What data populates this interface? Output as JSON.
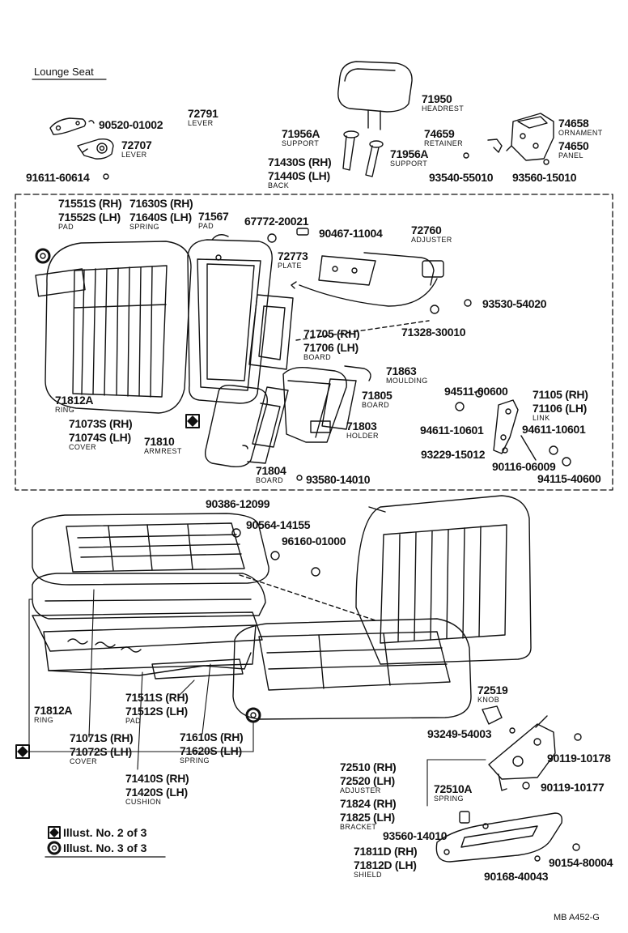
{
  "title": "Lounge Seat",
  "footer": "MB  A452-G",
  "legend": [
    {
      "symbol": "diamond",
      "text": "Illust. No. 2 of 3"
    },
    {
      "symbol": "ring",
      "text": "Illust. No. 3 of 3"
    }
  ],
  "parts": [
    {
      "id": "p72791",
      "number": "72791",
      "name": "LEVER"
    },
    {
      "id": "p90520",
      "number": "90520-01002",
      "name": ""
    },
    {
      "id": "p72707",
      "number": "72707",
      "name": "LEVER"
    },
    {
      "id": "p91611",
      "number": "91611-60614",
      "name": ""
    },
    {
      "id": "p71950",
      "number": "71950",
      "name": "HEADREST"
    },
    {
      "id": "p71956a1",
      "number": "71956A",
      "name": "SUPPORT"
    },
    {
      "id": "p71956a2",
      "number": "71956A",
      "name": "SUPPORT"
    },
    {
      "id": "p71430s",
      "number": "71430S (RH)",
      "name": ""
    },
    {
      "id": "p71440s",
      "number": "71440S (LH)",
      "name": "BACK"
    },
    {
      "id": "p74658",
      "number": "74658",
      "name": "ORNAMENT"
    },
    {
      "id": "p74659",
      "number": "74659",
      "name": "RETAINER"
    },
    {
      "id": "p74650",
      "number": "74650",
      "name": "PANEL"
    },
    {
      "id": "p93540",
      "number": "93540-55010",
      "name": ""
    },
    {
      "id": "p93560a",
      "number": "93560-15010",
      "name": ""
    },
    {
      "id": "p71551s",
      "number": "71551S (RH)",
      "name": ""
    },
    {
      "id": "p71552s",
      "number": "71552S (LH)",
      "name": "PAD"
    },
    {
      "id": "p71630s",
      "number": "71630S (RH)",
      "name": ""
    },
    {
      "id": "p71640s",
      "number": "71640S (LH)",
      "name": "SPRING"
    },
    {
      "id": "p71567",
      "number": "71567",
      "name": "PAD"
    },
    {
      "id": "p67772",
      "number": "67772-20021",
      "name": ""
    },
    {
      "id": "p90467",
      "number": "90467-11004",
      "name": ""
    },
    {
      "id": "p72760",
      "number": "72760",
      "name": "ADJUSTER"
    },
    {
      "id": "p72773",
      "number": "72773",
      "name": "PLATE"
    },
    {
      "id": "p93530",
      "number": "93530-54020",
      "name": ""
    },
    {
      "id": "p71705",
      "number": "71705 (RH)",
      "name": ""
    },
    {
      "id": "p71706",
      "number": "71706 (LH)",
      "name": "BOARD"
    },
    {
      "id": "p71328",
      "number": "71328-30010",
      "name": ""
    },
    {
      "id": "p71863",
      "number": "71863",
      "name": "MOULDING"
    },
    {
      "id": "p71805",
      "number": "71805",
      "name": "BOARD"
    },
    {
      "id": "p94511",
      "number": "94511-00600",
      "name": ""
    },
    {
      "id": "p71105",
      "number": "71105 (RH)",
      "name": ""
    },
    {
      "id": "p71106",
      "number": "71106 (LH)",
      "name": "LINK"
    },
    {
      "id": "p94611a",
      "number": "94611-10601",
      "name": ""
    },
    {
      "id": "p94611b",
      "number": "94611-10601",
      "name": ""
    },
    {
      "id": "p71803",
      "number": "71803",
      "name": "HOLDER"
    },
    {
      "id": "p93229",
      "number": "93229-15012",
      "name": ""
    },
    {
      "id": "p90116",
      "number": "90116-06009",
      "name": ""
    },
    {
      "id": "p94115",
      "number": "94115-40600",
      "name": ""
    },
    {
      "id": "p71812a1",
      "number": "71812A",
      "name": "RING"
    },
    {
      "id": "p71073s",
      "number": "71073S (RH)",
      "name": ""
    },
    {
      "id": "p71074s",
      "number": "71074S (LH)",
      "name": "COVER"
    },
    {
      "id": "p71810",
      "number": "71810",
      "name": "ARMREST"
    },
    {
      "id": "p71804",
      "number": "71804",
      "name": "BOARD"
    },
    {
      "id": "p93580",
      "number": "93580-14010",
      "name": ""
    },
    {
      "id": "p90386",
      "number": "90386-12099",
      "name": ""
    },
    {
      "id": "p90564",
      "number": "90564-14155",
      "name": ""
    },
    {
      "id": "p96160",
      "number": "96160-01000",
      "name": ""
    },
    {
      "id": "p72519",
      "number": "72519",
      "name": "KNOB"
    },
    {
      "id": "p93249",
      "number": "93249-54003",
      "name": ""
    },
    {
      "id": "p71812a2",
      "number": "71812A",
      "name": "RING"
    },
    {
      "id": "p71511s",
      "number": "71511S (RH)",
      "name": ""
    },
    {
      "id": "p71512s",
      "number": "71512S (LH)",
      "name": "PAD"
    },
    {
      "id": "p71071s",
      "number": "71071S (RH)",
      "name": ""
    },
    {
      "id": "p71072s",
      "number": "71072S (LH)",
      "name": "COVER"
    },
    {
      "id": "p71610s",
      "number": "71610S (RH)",
      "name": ""
    },
    {
      "id": "p71620s",
      "number": "71620S (LH)",
      "name": "SPRING"
    },
    {
      "id": "p71410s",
      "number": "71410S (RH)",
      "name": ""
    },
    {
      "id": "p71420s",
      "number": "71420S (LH)",
      "name": "CUSHION"
    },
    {
      "id": "p90119a",
      "number": "90119-10178",
      "name": ""
    },
    {
      "id": "p72510",
      "number": "72510 (RH)",
      "name": ""
    },
    {
      "id": "p72520",
      "number": "72520 (LH)",
      "name": "ADJUSTER"
    },
    {
      "id": "p72510a",
      "number": "72510A",
      "name": "SPRING"
    },
    {
      "id": "p90119b",
      "number": "90119-10177",
      "name": ""
    },
    {
      "id": "p71824",
      "number": "71824 (RH)",
      "name": ""
    },
    {
      "id": "p71825",
      "number": "71825 (LH)",
      "name": "BRACKET"
    },
    {
      "id": "p93560b",
      "number": "93560-14010",
      "name": ""
    },
    {
      "id": "p71811d",
      "number": "71811D (RH)",
      "name": ""
    },
    {
      "id": "p71812d",
      "number": "71812D (LH)",
      "name": "SHIELD"
    },
    {
      "id": "p90154",
      "number": "90154-80004",
      "name": ""
    },
    {
      "id": "p90168",
      "number": "90168-40043",
      "name": ""
    }
  ]
}
